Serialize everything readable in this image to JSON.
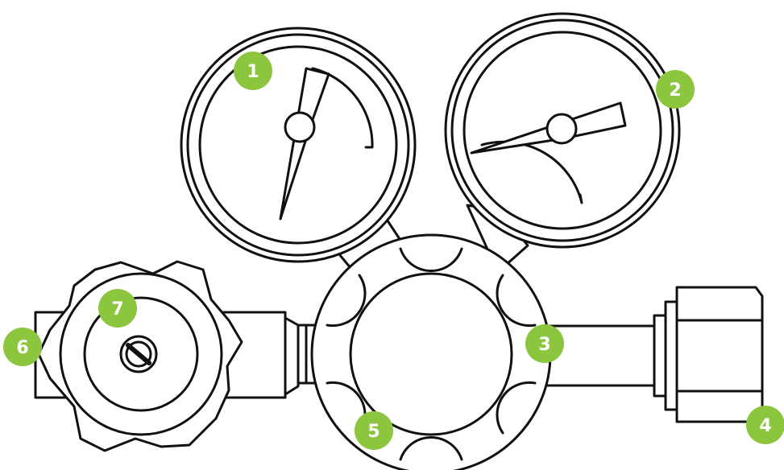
{
  "accent_color": "#8cc63f",
  "line_color": "#111111",
  "background_color": "#ffffff",
  "callouts": [
    {
      "label": "1",
      "target": "left-gauge"
    },
    {
      "label": "2",
      "target": "right-gauge"
    },
    {
      "label": "3",
      "target": "outlet-pipe"
    },
    {
      "label": "4",
      "target": "outlet-nut"
    },
    {
      "label": "5",
      "target": "regulator-body"
    },
    {
      "label": "6",
      "target": "valve-body"
    },
    {
      "label": "7",
      "target": "valve-knob"
    }
  ]
}
